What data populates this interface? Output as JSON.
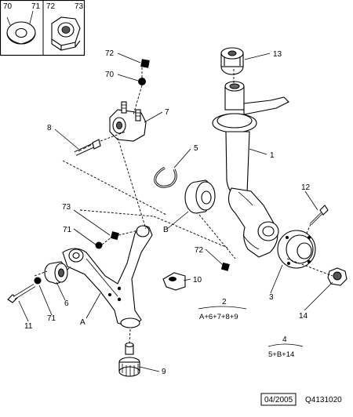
{
  "inset": {
    "left_labels": [
      "70",
      "71"
    ],
    "right_labels": [
      "72",
      "73"
    ]
  },
  "callouts": {
    "c1": "1",
    "c3": "3",
    "c5": "5",
    "c6": "6",
    "c7": "7",
    "c8": "8",
    "c9": "9",
    "c10": "10",
    "c11": "11",
    "c12": "12",
    "c13": "13",
    "c14": "14",
    "c70": "70",
    "c71a": "71",
    "c71b": "71",
    "c72a": "72",
    "c72b": "72",
    "c73": "73",
    "cA": "A",
    "cB": "B"
  },
  "formulas": {
    "f2_num": "2",
    "f2_den": "A+6+7+8+9",
    "f4_num": "4",
    "f4_den": "5+B+14"
  },
  "footer": {
    "date": "04/2005",
    "ref": "Q4131020"
  }
}
